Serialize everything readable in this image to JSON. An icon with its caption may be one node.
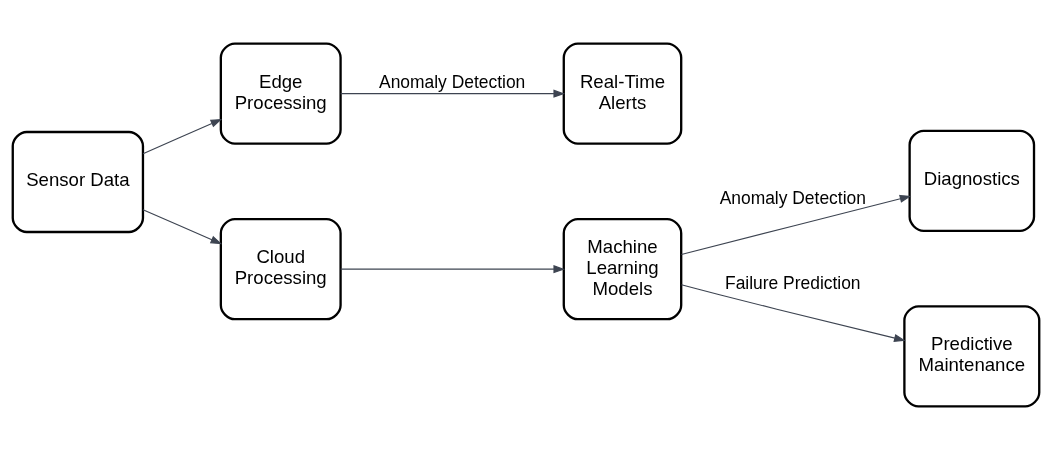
{
  "diagram": {
    "nodes": [
      {
        "text": [
          "Sensor Data"
        ]
      },
      {
        "text": [
          "Edge Processing"
        ]
      },
      {
        "text": [
          "Real-Time Alerts"
        ]
      },
      {
        "text": [
          "Cloud Processing"
        ]
      },
      {
        "text": [
          "Machine Learning Models"
        ]
      },
      {
        "text": [
          "Diagnostics"
        ]
      },
      {
        "text": [
          "Predictive Maintenance"
        ]
      }
    ],
    "edges": [
      {
        "from": 0,
        "to": 1,
        "arrow": "to"
      },
      {
        "from": 0,
        "to": 3,
        "arrow": "to"
      },
      {
        "from": 1,
        "to": 2,
        "arrow": "to",
        "label": "Anomaly Detection"
      },
      {
        "from": 3,
        "to": 4,
        "arrow": "to"
      },
      {
        "from": 4,
        "to": 5,
        "arrow": "to",
        "label": "Anomaly Detection"
      },
      {
        "from": 4,
        "to": 6,
        "arrow": "to",
        "label": "Failure Prediction"
      }
    ]
  }
}
